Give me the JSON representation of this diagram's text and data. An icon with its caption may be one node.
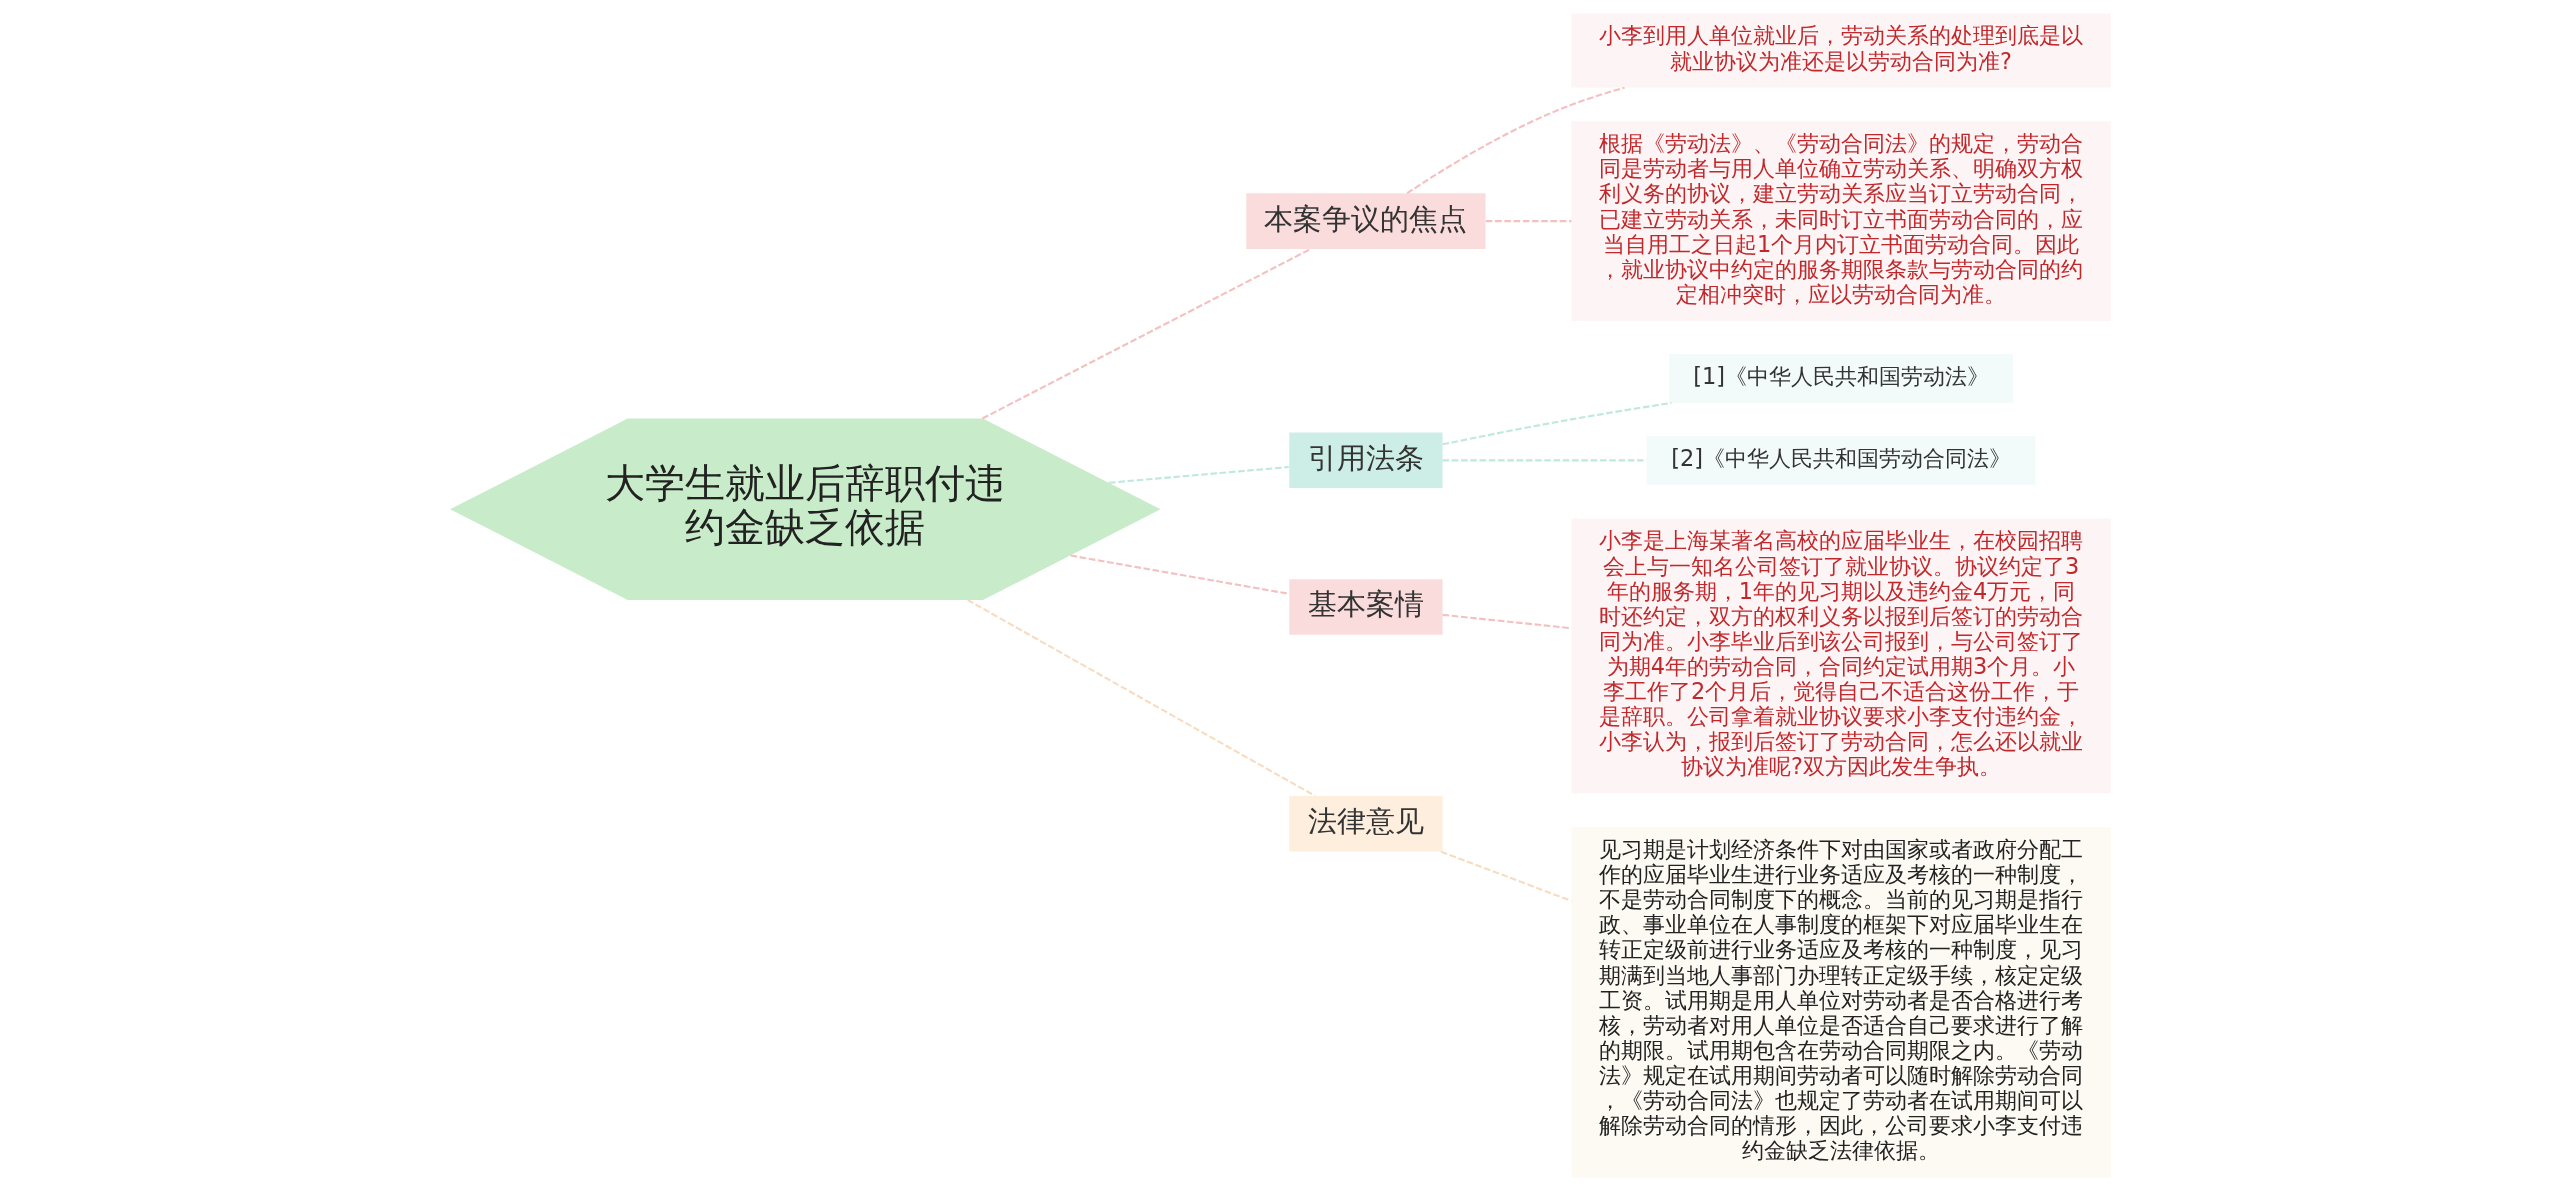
{
  "diagram": {
    "nodes": [
      {
        "text": [
          "大学生就业后辞职付违约金缺乏依据"
        ]
      },
      {
        "text": [
          "本案争议的焦点"
        ]
      },
      {
        "text": [
          "小李到用人单位就业后，劳动关系的处理到底是以就业协议为准还是以劳动合同为准?"
        ]
      },
      {
        "text": [
          "根据《劳动法》、《劳动合同法》的规定，劳动合同是劳动者与用人单位确立劳动关系、明确双方权利义务的协议，建立劳动关系应当订立劳动合同，已建立劳动关系，未同时订立书面劳动合同的，应当自用工之日起1个月内订立书面劳动合同。因此，就业协议中约定的服务期限条款与劳动合同的约定相冲突时，应以劳动合同为准。"
        ]
      },
      {
        "text": [
          "引用法条"
        ]
      },
      {
        "text": [
          "[1]《中华人民共和国劳动法》"
        ]
      },
      {
        "text": [
          "[2]《中华人民共和国劳动合同法》"
        ]
      },
      {
        "text": [
          "基本案情"
        ]
      },
      {
        "text": [
          "小李是上海某著名高校的应届毕业生，在校园招聘会上与一知名公司签订了就业协议。协议约定了3年的服务期，1年的见习期以及违约金4万元，同时还约定，双方的权利义务以报到后签订的劳动合同为准。小李毕业后到该公司报到，与公司签订了为期4年的劳动合同，合同约定试用期3个月。小李工作了2个月后，觉得自己不适合这份工作，于是辞职。公司拿着就业协议要求小李支付违约金，小李认为，报到后签订了劳动合同，怎么还以就业协议为准呢?双方因此发生争执。"
        ]
      },
      {
        "text": [
          "法律意见"
        ]
      },
      {
        "text": [
          "见习期是计划经济条件下对由国家或者政府分配工作的应届毕业生进行业务适应及考核的一种制度，不是劳动合同制度下的概念。当前的见习期是指行政、事业单位在人事制度的框架下对应届毕业生在转正定级前进行业务适应及考核的一种制度，见习期满到当地人事部门办理转正定级手续，核定定级工资。试用期是用人单位对劳动者是否合格进行考核，劳动者对用人单位是否适合自己要求进行了解的期限。试用期包含在劳动合同期限之内。《劳动法》规定在试用期间劳动者可以随时解除劳动合同，《劳动合同法》也规定了劳动者在试用期间可以解除劳动合同的情形，因此，公司要求小李支付违约金缺乏法律依据。"
        ]
      }
    ],
    "edges": [
      {
        "from": 0,
        "to": 1,
        "arrow": "none",
        "style": "dashed"
      },
      {
        "from": 1,
        "to": 2,
        "arrow": "none",
        "style": "dashed"
      },
      {
        "from": 1,
        "to": 3,
        "arrow": "none",
        "style": "dashed"
      },
      {
        "from": 0,
        "to": 4,
        "arrow": "none",
        "style": "dashed",
        "color": "#bfe8df"
      },
      {
        "from": 4,
        "to": 5,
        "arrow": "none",
        "style": "dashed",
        "color": "#bfe8df"
      },
      {
        "from": 4,
        "to": 6,
        "arrow": "none",
        "style": "dashed",
        "color": "#bfe8df"
      },
      {
        "from": 0,
        "to": 7,
        "arrow": "none",
        "style": "dashed"
      },
      {
        "from": 7,
        "to": 8,
        "arrow": "none",
        "style": "dashed"
      },
      {
        "from": 0,
        "to": 9,
        "arrow": "none",
        "style": "dashed",
        "color": "#f7dcc0"
      },
      {
        "from": 9,
        "to": 10,
        "arrow": "none",
        "style": "dashed",
        "color": "#f7dcc0"
      }
    ]
  }
}
